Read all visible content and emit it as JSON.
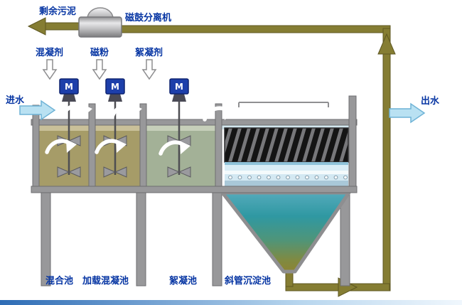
{
  "diagram": {
    "top": {
      "excess_sludge_label": "剩余污泥",
      "drum_separator_label": "磁鼓分离机"
    },
    "dosing": {
      "coagulant_label": "混凝剂",
      "magnetic_powder_label": "磁粉",
      "flocculant_label": "絮凝剂"
    },
    "flow": {
      "inlet_label": "进水",
      "outlet_label": "出水"
    },
    "motor_label": "M",
    "tanks": {
      "mixing_tank_label": "混合池",
      "loaded_coagulation_tank_label": "加载混凝池",
      "flocculation_tank_label": "絮凝池",
      "inclined_tube_sedimentation_tank_label": "斜管沉淀池"
    },
    "colors": {
      "label_blue": "#0635a3",
      "pipe_olive": "#857d33",
      "motor_blue": "#1d3faa",
      "flow_arrow_blue": "#b9e1f2",
      "structure_gray": "#98989a",
      "cone_teal": "#3a9aaa"
    }
  }
}
